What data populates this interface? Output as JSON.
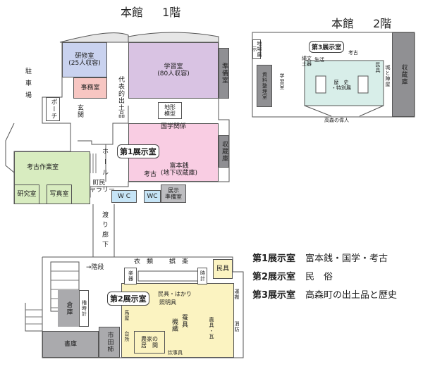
{
  "floor1": {
    "title_building": "本館",
    "title_floor": "1階",
    "rooms": {
      "study_room_small": [
        "研修室",
        "(25人収容)"
      ],
      "office": "事務室",
      "study_room_large": [
        "学習室",
        "(80人収容)"
      ],
      "prep_room": "準備室",
      "porch": "ポーチ",
      "entrance": "玄関",
      "parking": "駐車場",
      "representative": "代表的出土品",
      "terrain_model": [
        "地形",
        "模型"
      ],
      "national_studies": "国学関係",
      "storage_1": "収蔵庫",
      "tomisen": [
        "富本銭",
        "(地下収蔵庫)"
      ],
      "archaeology": "考古",
      "hall": "ホール",
      "town_gallery": [
        "町民",
        "ギャラリー"
      ],
      "archaeo_workroom": "考古作業室",
      "research_room": "研究室",
      "photo_room": "写真室",
      "wc1": "W C",
      "wc2": "WC",
      "exhibit_prep": [
        "展示",
        "準備室"
      ],
      "corridor": "渡り廊下"
    },
    "badge": "第1展示室"
  },
  "floor2": {
    "title_building": "本館",
    "title_floor": "2階",
    "rooms": {
      "ground_exhibit": "地場展示",
      "materials_room": "資料整理室",
      "study_room": "学習室",
      "jomon_clay": [
        "縄文",
        "土器"
      ],
      "life": "生活",
      "archaeology": "考古",
      "folk": "民具",
      "history_special": [
        "歴　史",
        "・特別展"
      ],
      "takamori_people": "高森の偉人",
      "castle": "城と陣屋",
      "storage": "収蔵庫"
    },
    "badge": "第3展示室"
  },
  "annex": {
    "stairs": "階段",
    "storage": "倉庫",
    "clock": "櫓時計",
    "books": "書庫",
    "persimmon": "市田柿",
    "clothing": "衣　類",
    "entertainment": "娯　楽",
    "instruments": "楽器",
    "clock2": "時計",
    "folk_tools": "民具",
    "folk_misc": "民具・はかり",
    "lighting": "照明具",
    "silk": "蚕具",
    "weaving": "機織",
    "farm_tools": "農具・瓦",
    "transport": "運搬",
    "fire": "消防",
    "horse": "馬屋",
    "kitchen": "台所",
    "farmhouse": [
      "農家の",
      "居　間"
    ],
    "cooking": "炊事具",
    "badge": "第2展示室"
  },
  "legend": [
    {
      "room": "第1展示室",
      "content": "富本銭・国学・考古"
    },
    {
      "room": "第2展示室",
      "content": "民　俗"
    },
    {
      "room": "第3展示室",
      "content": "高森町の出土品と歴史"
    }
  ],
  "colors": {
    "study_small": "#c9d2ef",
    "office": "#f7c6c2",
    "study_large": "#d9c3e3",
    "prep": "#8f8f93",
    "exhibit1": "#f9cde3",
    "workroom": "#d8ecc0",
    "wc": "#c6e4f6",
    "exhibit_prep": "#bdbdc0",
    "exhibit2": "#fbf3c1",
    "floor2_light": "#d8eee9",
    "floor2_dark": "#909093",
    "gray": "#aaaaad"
  }
}
